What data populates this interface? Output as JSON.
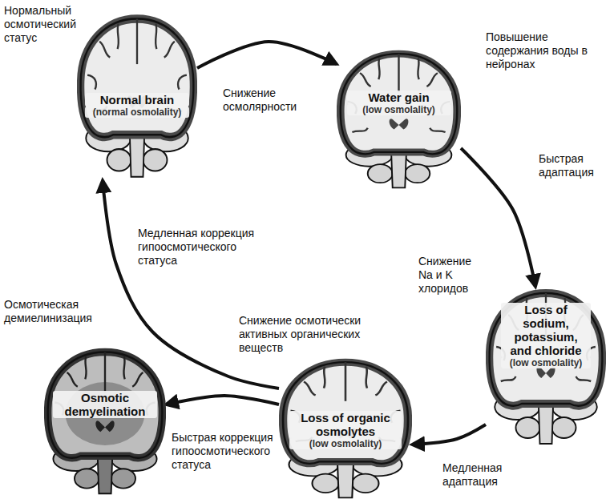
{
  "diagram": {
    "nodes": [
      {
        "text": [
          "Нормальный осмотический статус",
          "Normal brain",
          "(normal osmolality)"
        ]
      },
      {
        "text": [
          "Повышение содержания воды в нейронах",
          "Water gain",
          "(low osmolality)"
        ]
      },
      {
        "text": [
          "Снижение Na и K хлоридов",
          "Loss of sodium, potassium, and chloride",
          "(low osmolality)"
        ]
      },
      {
        "text": [
          "Снижение осмотически активных органических веществ",
          "Loss of organic osmolytes",
          "(low osmolality)"
        ]
      },
      {
        "text": [
          "Осмотическая демиелинизация",
          "Osmotic demyelination"
        ]
      }
    ],
    "edges": [
      {
        "from": 0,
        "to": 1,
        "arrow": "to",
        "label": "Снижение осмолярности"
      },
      {
        "from": 1,
        "to": 2,
        "arrow": "to",
        "label": "Быстрая адаптация"
      },
      {
        "from": 2,
        "to": 3,
        "arrow": "to",
        "label": "Медленная адаптация"
      },
      {
        "from": 3,
        "to": 4,
        "arrow": "to",
        "label": "Быстрая коррекция гипоосмотического статуса"
      },
      {
        "from": 3,
        "to": 0,
        "arrow": "to",
        "label": "Медленная коррекция гипоосмотического статуса"
      }
    ]
  }
}
